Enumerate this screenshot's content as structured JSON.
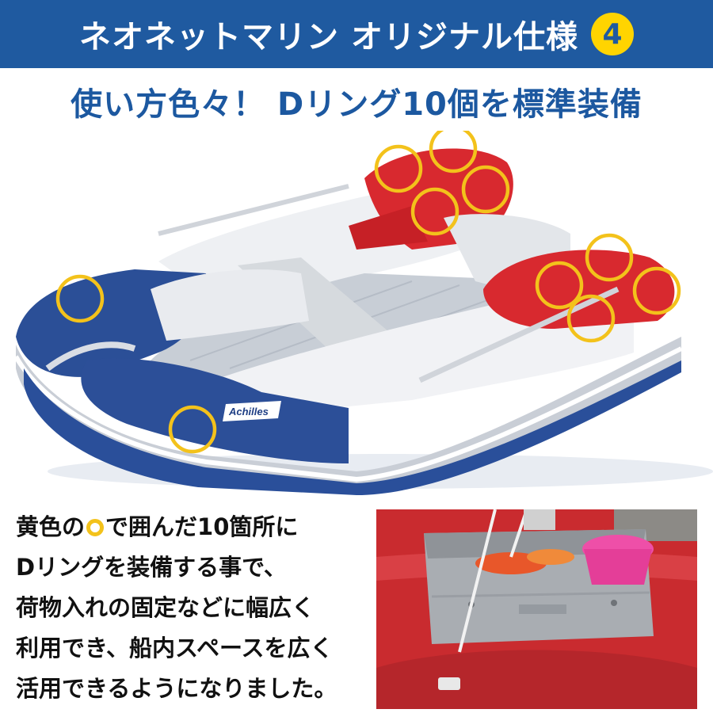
{
  "header": {
    "title": "ネオネットマリン オリジナル仕様",
    "badge": "4",
    "background_color": "#1f5aa0",
    "badge_color": "#ffd400"
  },
  "subtitle": "使い方色々！ Dリング10個を標準装備",
  "boat_image": {
    "brand_logo_text": "Achilles",
    "highlight_color": "#f3c21b",
    "highlighted_d_rings": 10
  },
  "description": {
    "line1_before": "黄色の",
    "line1_after": "で囲んだ10箇所に",
    "line2": "Dリングを装備する事で、",
    "line3": "荷物入れの固定などに幅広く",
    "line4": "利用でき、船内スペースを広く",
    "line5": "活用できるようになりました。"
  },
  "photo": {
    "subject": "crate-strapped-to-boat"
  }
}
